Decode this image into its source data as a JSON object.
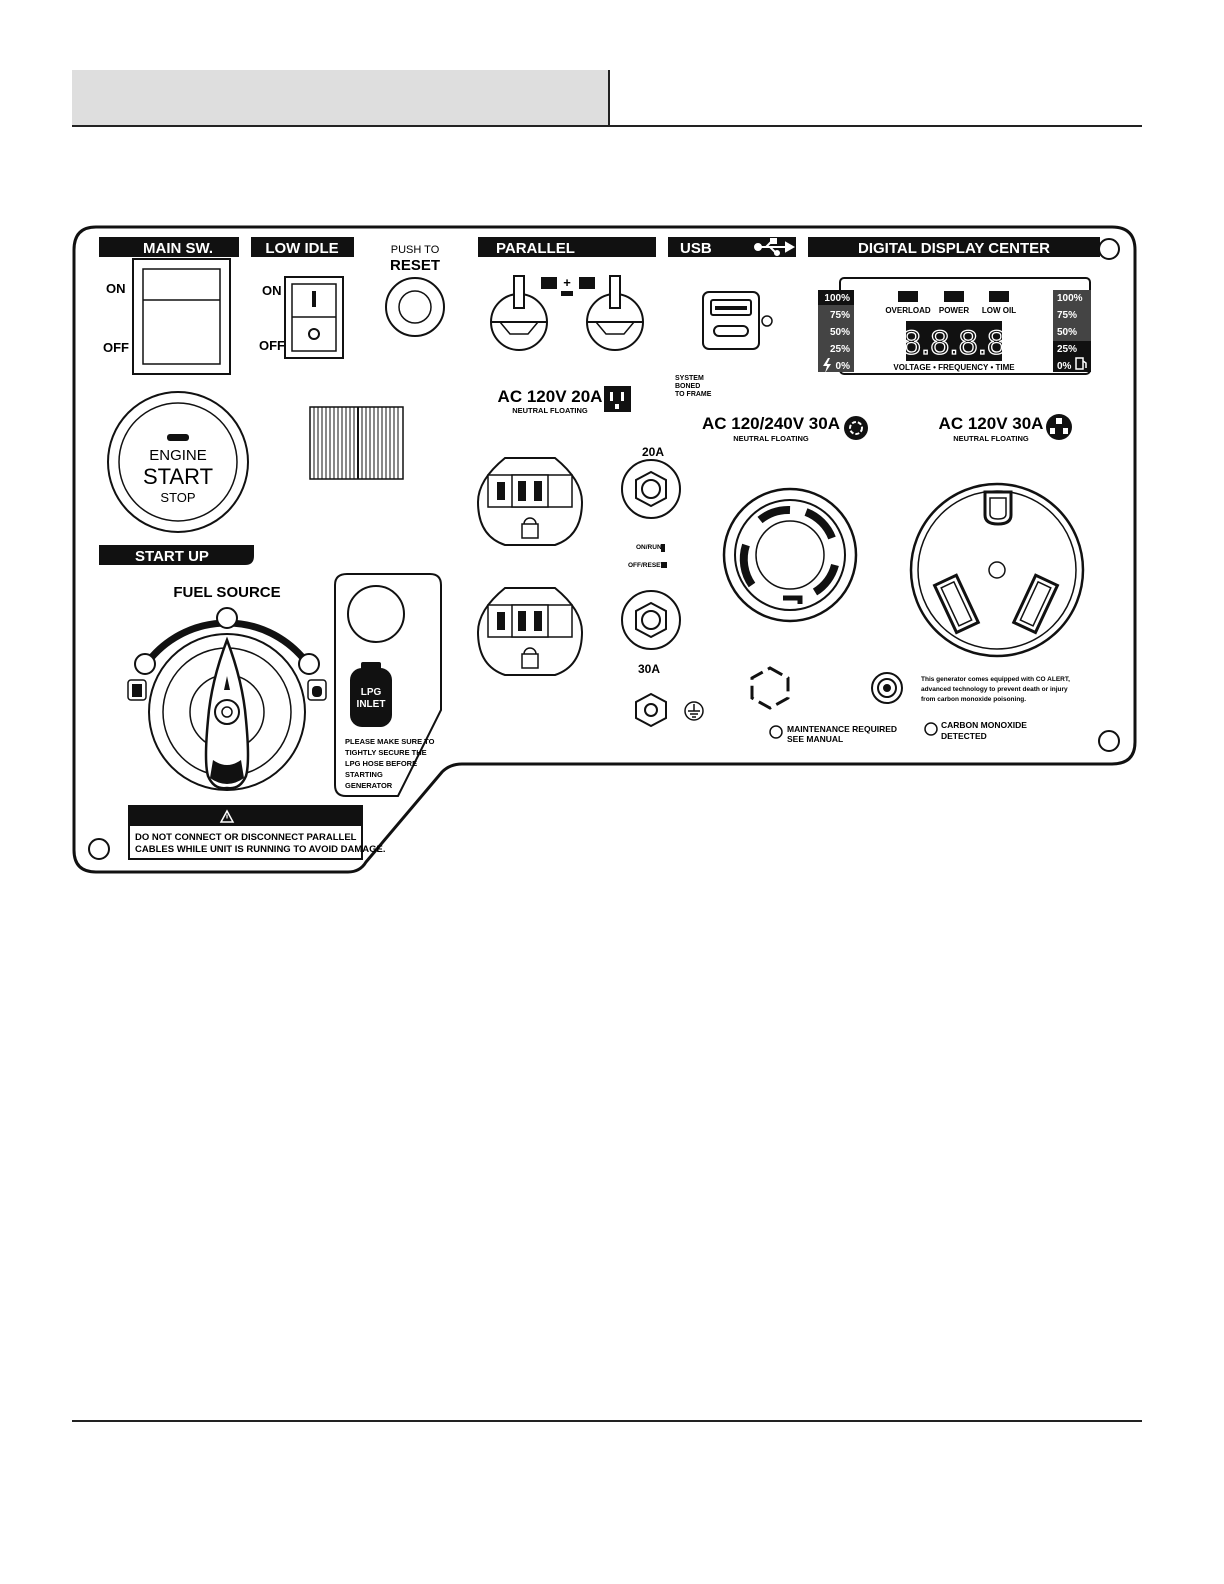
{
  "labels": {
    "main_sw": "MAIN SW.",
    "on": "ON",
    "off": "OFF",
    "low_idle": "LOW IDLE",
    "idle_on": "ON",
    "idle_off": "OFF",
    "push_to": "PUSH TO",
    "reset": "RESET",
    "parallel": "PARALLEL",
    "usb": "USB",
    "digital_display_center": "DIGITAL DISPLAY CENTER",
    "system_boned": [
      "SYSTEM",
      "BONED",
      "TO FRAME"
    ],
    "engine": "ENGINE",
    "start": "START",
    "stop": "STOP",
    "start_up": "START UP",
    "fuel_source": "FUEL SOURCE",
    "lpg_line1": "LPG",
    "lpg_line2": "INLET",
    "lpg_warning": [
      "PLEASE MAKE SURE TO",
      "TIGHTLY SECURE THE",
      "LPG HOSE BEFORE",
      "STARTING",
      "GENERATOR"
    ],
    "warning_lines": [
      "DO NOT CONNECT OR DISCONNECT PARALLEL",
      "CABLES WHILE UNIT IS RUNNING TO AVOID DAMAGE."
    ],
    "ac_120v_20a": "AC 120V 20A",
    "neutral_floating": "NEUTRAL FLOATING",
    "breaker_20a": "20A",
    "on_run": "ON/RUN",
    "off_reset": "OFF/RESET",
    "breaker_30a": "30A",
    "ac_120_240v_30a": "AC 120/240V 30A",
    "ac_120v_30a": "AC 120V 30A",
    "overload": "OVERLOAD",
    "power": "POWER",
    "low_oil": "LOW OIL",
    "display_readout": "8.8.8.8",
    "voltage_freq_time": "VOLTAGE • FREQUENCY • TIME",
    "co_alert_lines": [
      "This generator comes equipped with CO ALERT,",
      "advanced technology to  prevent death or injury",
      "from carbon monoxide  poisoning."
    ],
    "maintenance": [
      "MAINTENANCE  REQUIRED",
      "SEE MANUAL"
    ],
    "carbon_monoxide": [
      "CARBON MONOXIDE",
      "DETECTED"
    ]
  },
  "gauges": {
    "left_levels": [
      "100%",
      "75%",
      "50%",
      "25%",
      "0%"
    ],
    "right_levels": [
      "100%",
      "75%",
      "50%",
      "25%",
      "0%"
    ],
    "left_icon": "lightning-icon",
    "right_icon": "fuel-pump-icon"
  },
  "icons": [
    "usb-icon",
    "lpg-tank-icon",
    "warning-triangle-icon",
    "gas-can-icon",
    "propane-tank-icon",
    "ground-icon",
    "battery-icon"
  ]
}
